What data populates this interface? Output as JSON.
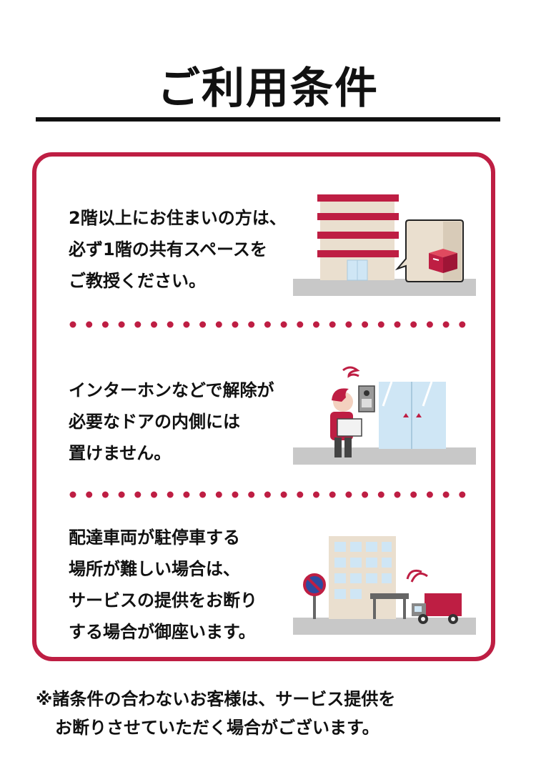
{
  "title": "ご利用条件",
  "conditions": [
    {
      "lines": [
        "2階以上にお住まいの方は、",
        "必ず1階の共有スペースを",
        "ご教授ください。"
      ],
      "illustration": "apartment-building-with-package-icon"
    },
    {
      "lines": [
        "インターホンなどで解除が",
        "必要なドアの内側には",
        "置けません。"
      ],
      "illustration": "delivery-person-at-locked-door-icon"
    },
    {
      "lines": [
        "配達車両が駐停車する",
        "場所が難しい場合は、",
        "サービスの提供をお断り",
        "する場合が御座います。"
      ],
      "illustration": "truck-no-parking-building-icon"
    }
  ],
  "footnote": {
    "line1": "※諸条件の合わないお客様は、サービス提供を",
    "line2": "お断りさせていただく場合がございます。"
  },
  "colors": {
    "accent": "#be1e43",
    "ground": "#c8c8c8",
    "building": "#eadfcf",
    "glass": "#cfe6f5"
  }
}
